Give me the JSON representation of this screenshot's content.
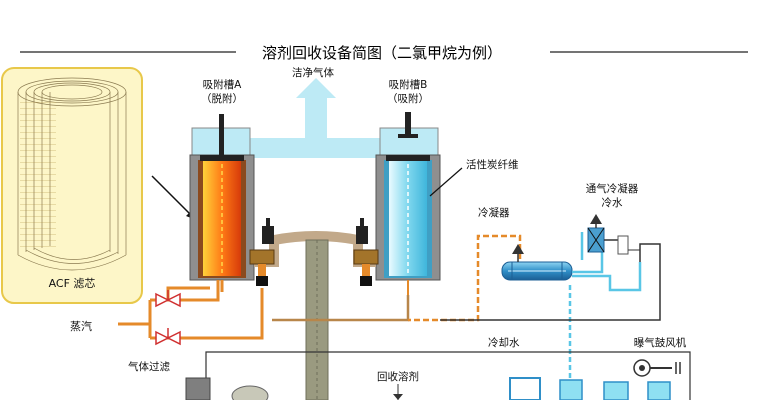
{
  "title": "溶剂回收设备简图（二氯甲烷为例）",
  "labels": {
    "adsorber_a_line1": "吸附槽A",
    "adsorber_a_line2": "（脱附）",
    "clean_gas": "洁净气体",
    "adsorber_b_line1": "吸附槽B",
    "adsorber_b_line2": "（吸附）",
    "activated_carbon_fiber": "活性炭纤维",
    "vent_condenser_line1": "通气冷凝器",
    "vent_condenser_line2": "冷水",
    "condenser": "冷凝器",
    "acf_filter": "ACF 滤芯",
    "steam": "蒸汽",
    "cooling_water": "冷却水",
    "aeration_blower": "曝气鼓风机",
    "gas_filter": "气体过滤",
    "recovered_solvent": "回收溶剂"
  },
  "colors": {
    "inset_border": "#e8c84a",
    "inset_fill": "#fdf6c8",
    "vessel_gray": "#8f8f8f",
    "hot_core": "#e85a10",
    "cold_core": "#8fe0f2",
    "gas_duct": "#bdeaf5",
    "steam_pipe": "#e58a2a",
    "water_pipe": "#59c6e6",
    "condenser_blue": "#4fa8d8"
  }
}
